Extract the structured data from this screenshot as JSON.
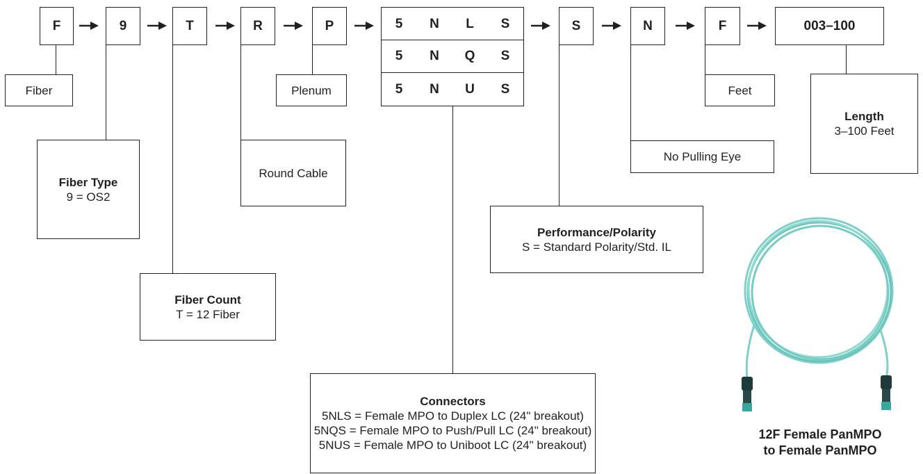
{
  "code_segments": {
    "fiber": "F",
    "fiber_type": "9",
    "fiber_count": "T",
    "cable": "R",
    "rating": "P",
    "connectors": [
      [
        "5",
        "N",
        "L",
        "S"
      ],
      [
        "5",
        "N",
        "Q",
        "S"
      ],
      [
        "5",
        "N",
        "U",
        "S"
      ]
    ],
    "performance": "S",
    "pulling_eye": "N",
    "units": "F",
    "length": "003–100"
  },
  "labels": {
    "fiber": "Fiber",
    "fiber_type_title": "Fiber Type",
    "fiber_type_value": "9 = OS2",
    "fiber_count_title": "Fiber Count",
    "fiber_count_value": "T = 12 Fiber",
    "round_cable": "Round Cable",
    "plenum": "Plenum",
    "connectors_title": "Connectors",
    "connectors_lines": [
      "5NLS = Female MPO to Duplex LC (24\" breakout)",
      "5NQS = Female MPO to Push/Pull LC (24\" breakout)",
      "5NUS = Female MPO to Uniboot LC (24\" breakout)"
    ],
    "performance_title": "Performance/Polarity",
    "performance_value": "S = Standard Polarity/Std. IL",
    "no_pulling_eye": "No Pulling Eye",
    "feet": "Feet",
    "length_title": "Length",
    "length_value": "3–100 Feet"
  },
  "product": {
    "caption_line1": "12F Female PanMPO",
    "caption_line2": "to Female PanMPO",
    "cable_color": "#7fd0c8",
    "connector_color": "#1e3a3a"
  },
  "colors": {
    "line": "#231f20",
    "background": "#ffffff"
  }
}
